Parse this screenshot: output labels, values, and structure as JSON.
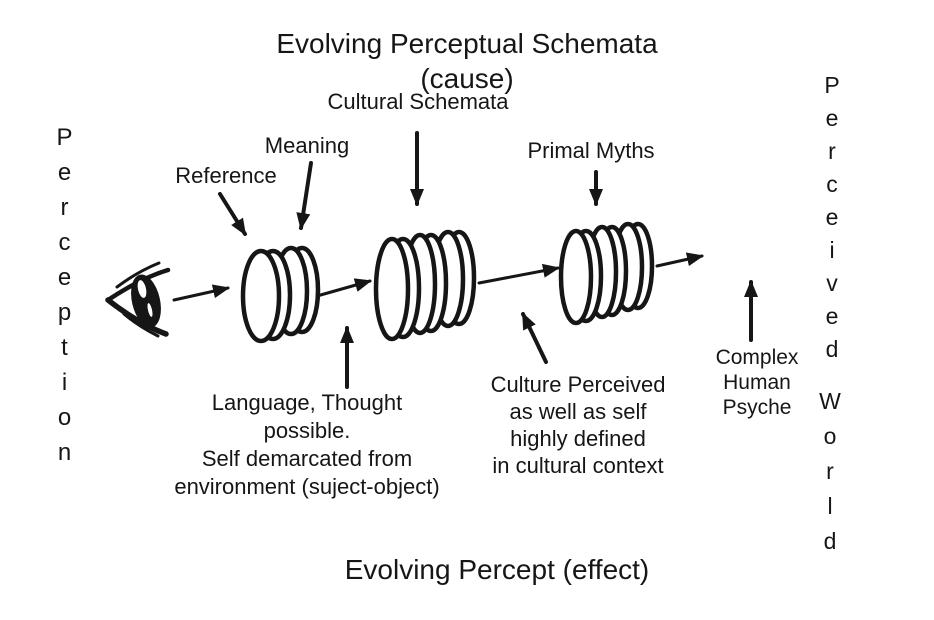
{
  "diagram": {
    "title_top": "Evolving Perceptual Schemata (cause)",
    "title_bottom": "Evolving Percept (effect)",
    "left_axis": "Perception",
    "right_axis_word1": "Perceived",
    "right_axis_word2": "World",
    "labels": {
      "cultural_schemata": "Cultural Schemata",
      "meaning": "Meaning",
      "reference": "Reference",
      "primal_myths": "Primal Myths"
    },
    "annotations": {
      "language_thought": "Language, Thought\npossible.\nSelf demarcated from\nenvironment (suject-object)",
      "culture_perceived": "Culture Perceived\nas well as self\nhighly defined\nin cultural context",
      "complex_human_psyche": "Complex\nHuman\nPsyche"
    },
    "icons": [
      {
        "name": "eye-icon",
        "shape": "hand-drawn profile eye, svg"
      },
      {
        "name": "schema-disc-groups",
        "shape": "stacked lens/disc ellipses: 2, 3, 3"
      }
    ],
    "colors": {
      "ink": "#161616",
      "background": "#ffffff"
    }
  }
}
